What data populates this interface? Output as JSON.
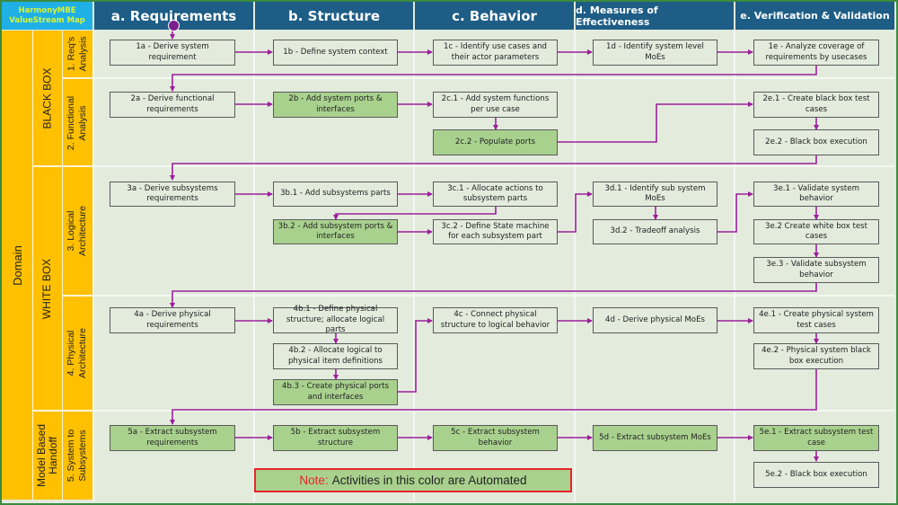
{
  "title": {
    "line1": "HarmonyMBE",
    "line2": "ValueStream Map"
  },
  "columns": [
    {
      "id": "a",
      "label": "a. Requirements"
    },
    {
      "id": "b",
      "label": "b. Structure"
    },
    {
      "id": "c",
      "label": "c. Behavior"
    },
    {
      "id": "d",
      "label": "d. Measures of Effectiveness"
    },
    {
      "id": "e",
      "label": "e. Verification & Validation"
    }
  ],
  "domain_label": "Domain",
  "groups": [
    {
      "label": "BLACK BOX"
    },
    {
      "label": "WHITE BOX"
    },
    {
      "label": "Model Based Handoff",
      "line1": "Model Based",
      "line2": "Handoff"
    }
  ],
  "phases": [
    {
      "line1": "1. Req's",
      "line2": "Analysis"
    },
    {
      "line1": "2. Functional",
      "line2": "Analysis"
    },
    {
      "line1": "3. Logical",
      "line2": "Architecture"
    },
    {
      "line1": "4. Physical",
      "line2": "Architecture"
    },
    {
      "line1": "5. System to",
      "line2": "Subsystems"
    }
  ],
  "activities": {
    "1a": {
      "text": "1a - Derive system requirement",
      "automated": false
    },
    "1b": {
      "text": "1b - Define system context",
      "automated": false
    },
    "1c": {
      "text": "1c - Identify use cases and their actor parameters",
      "automated": false
    },
    "1d": {
      "text": "1d - Identify system level MoEs",
      "automated": false
    },
    "1e": {
      "text": "1e - Analyze coverage of requirements by usecases",
      "automated": false
    },
    "2a": {
      "text": "2a - Derive functional requirements",
      "automated": false
    },
    "2b": {
      "text": "2b - Add system ports & interfaces",
      "automated": true
    },
    "2c1": {
      "text": "2c.1 - Add system functions per use case",
      "automated": false
    },
    "2c2": {
      "text": "2c.2 - Populate ports",
      "automated": true
    },
    "2e1": {
      "text": "2e.1 - Create black box test cases",
      "automated": false
    },
    "2e2": {
      "text": "2e.2 - Black box execution",
      "automated": false
    },
    "3a": {
      "text": "3a - Derive subsystems requirements",
      "automated": false
    },
    "3b1": {
      "text": "3b.1 - Add subsystems parts",
      "automated": false
    },
    "3b2": {
      "text": "3b.2 - Add subsystem ports & interfaces",
      "automated": true
    },
    "3c1": {
      "text": "3c.1 - Allocate actions to subsystem parts",
      "automated": false
    },
    "3c2": {
      "text": "3c.2 - Define State machine for each subsystem part",
      "automated": false
    },
    "3d1": {
      "text": "3d.1 - Identify sub system MoEs",
      "automated": false
    },
    "3d2": {
      "text": "3d.2 - Tradeoff analysis",
      "automated": false
    },
    "3e1": {
      "text": "3e.1 - Validate system behavior",
      "automated": false
    },
    "3e2": {
      "text": "3e.2 Create white box test cases",
      "automated": false
    },
    "3e3": {
      "text": "3e.3 - Validate subsystem behavior",
      "automated": false
    },
    "4a": {
      "text": "4a - Derive physical requirements",
      "automated": false
    },
    "4b1": {
      "text": "4b.1 - Define physical structure; allocate logical parts",
      "automated": false
    },
    "4b2": {
      "text": "4b.2 - Allocate logical to physical item definitions",
      "automated": false
    },
    "4b3": {
      "text": "4b.3 - Create physical ports and interfaces",
      "automated": true
    },
    "4c": {
      "text": "4c - Connect physical structure to logical behavior",
      "automated": false
    },
    "4d": {
      "text": "4d - Derive physical MoEs",
      "automated": false
    },
    "4e1": {
      "text": "4e.1 - Create physical system test cases",
      "automated": false
    },
    "4e2": {
      "text": "4e.2 - Physical system black box execution",
      "automated": false
    },
    "5a": {
      "text": "5a - Extract subsystem requirements",
      "automated": true
    },
    "5b": {
      "text": "5b - Extract subsystem structure",
      "automated": true
    },
    "5c": {
      "text": "5c - Extract subsystem behavior",
      "automated": true
    },
    "5d": {
      "text": "5d - Extract subsystem MoEs",
      "automated": true
    },
    "5e1": {
      "text": "5e.1 - Extract subsystem test case",
      "automated": true
    },
    "5e2": {
      "text": "5e.2 - Black box execution",
      "automated": false
    }
  },
  "note": {
    "label": "Note:",
    "text": "Activities in this color are Automated"
  },
  "colors": {
    "header_blue": "#1d5d86",
    "corner_blue": "#1fb1e6",
    "corner_text": "#d7f33a",
    "label_yellow": "#ffc000",
    "lane_bg": "#e3ebdd",
    "automated_green": "#a9d18e",
    "arrow_purple": "#9c1f9c",
    "note_red": "#e8242a"
  }
}
